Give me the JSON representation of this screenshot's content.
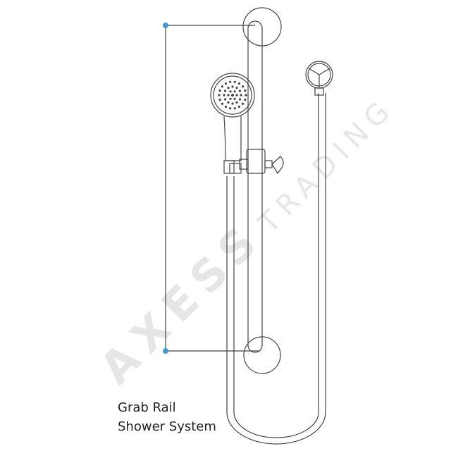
{
  "caption": {
    "line1": "Grab Rail",
    "line2": "Shower System"
  },
  "watermark": {
    "brand": "AXESS",
    "sub": "TRADING"
  },
  "colors": {
    "dimension_dot": "#3d9ad6",
    "line": "#444444",
    "watermark": "#e6e6e6"
  }
}
